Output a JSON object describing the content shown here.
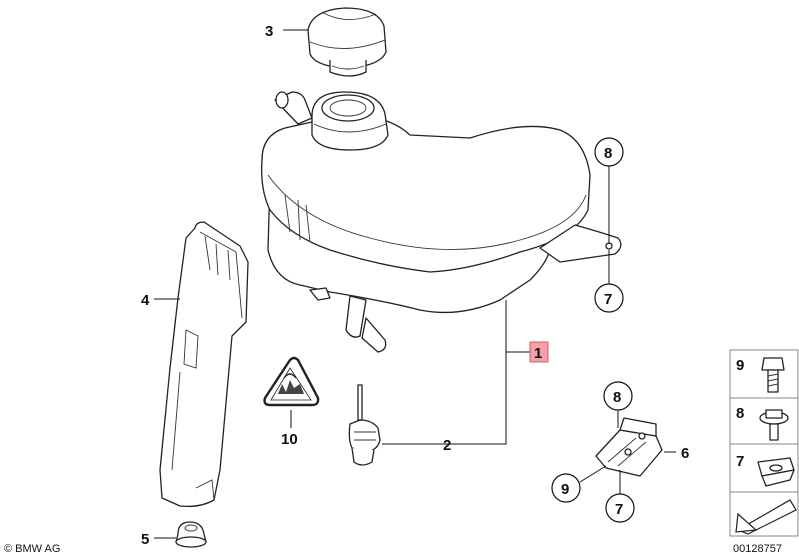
{
  "diagram": {
    "copyright": "© BMW AG",
    "image_number": "00128757",
    "callouts": {
      "c1": "1",
      "c2": "2",
      "c3": "3",
      "c4": "4",
      "c5": "5",
      "c6": "6",
      "c10": "10",
      "c8_tank": "8",
      "c7_tank": "7",
      "c8_bracket": "8",
      "c9_bracket": "9",
      "c7_bracket": "7"
    },
    "sidebar": {
      "items": [
        {
          "number": "9",
          "icon": "bolt-icon"
        },
        {
          "number": "8",
          "icon": "washer-bolt-icon"
        },
        {
          "number": "7",
          "icon": "clip-nut-icon"
        }
      ]
    },
    "highlight_color": "#f4a0a8"
  }
}
